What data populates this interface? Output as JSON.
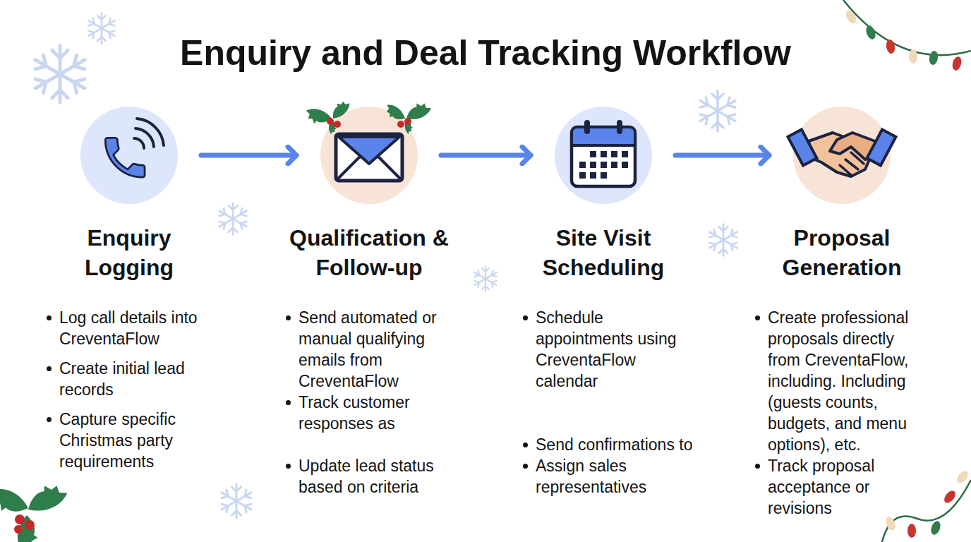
{
  "diagram": {
    "title": "Enquiry and Deal Tracking Workflow",
    "nodes": [
      {
        "text": [
          "Enquiry Logging",
          "Log call details into CreventaFlow",
          "Create initial lead records",
          "Capture specific Christmas party requirements"
        ]
      },
      {
        "text": [
          "Qualification & Follow-up",
          "Send automated or manual qualifying emails from CreventaFlow",
          "Track customer responses as",
          "Update lead status based on criteria"
        ]
      },
      {
        "text": [
          "Site Visit Scheduling",
          "Schedule appointments using CreventaFlow calendar",
          "Send confirmations to",
          "Assign sales representatives"
        ]
      },
      {
        "text": [
          "Proposal Generation",
          "Create professional proposals directly from CreventaFlow, including. Including (guests counts, budgets, and menu options), etc.",
          "Track proposal acceptance or revisions"
        ]
      }
    ],
    "edges": [
      {
        "from": 0,
        "to": 1,
        "arrow": "to"
      },
      {
        "from": 1,
        "to": 2,
        "arrow": "to"
      },
      {
        "from": 2,
        "to": 3,
        "arrow": "to"
      }
    ]
  }
}
